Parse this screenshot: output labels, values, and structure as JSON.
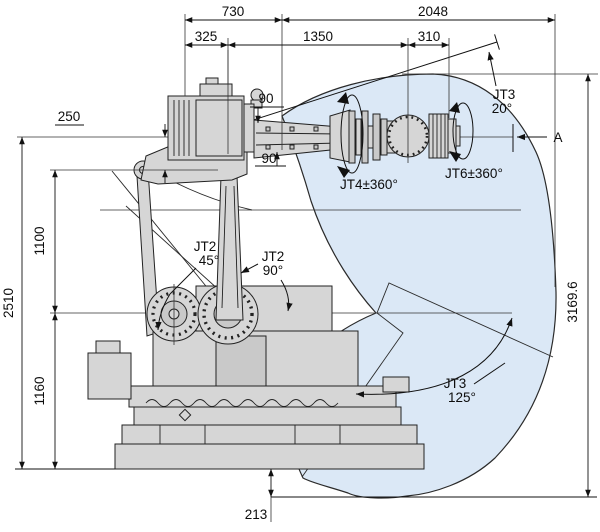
{
  "diagram_type": "industrial-robot-working-envelope-side-view",
  "colors": {
    "envelope_fill": "#dbe8f6",
    "robot_fill": "#d6d6d6",
    "outline": "#1b1b1b",
    "background": "#ffffff"
  },
  "dimensions": {
    "top_row": {
      "d730": "730",
      "d2048": "2048"
    },
    "second_row": {
      "d325": "325",
      "d1350": "1350",
      "d310": "310"
    },
    "wrist_offsets": {
      "d90_upper": "90",
      "d90_lower": "90"
    },
    "left": {
      "d250": "250",
      "d2510": "2510",
      "d1100": "1100",
      "d1160": "1160"
    },
    "right": {
      "d3169_6": "3169.6"
    },
    "bottom": {
      "d213": "213"
    }
  },
  "joints": {
    "jt3_upper": {
      "name": "JT3",
      "angle": "20°"
    },
    "jt4": {
      "label": "JT4±360°"
    },
    "jt6": {
      "label": "JT6±360°"
    },
    "jt2_front": {
      "name": "JT2",
      "angle": "45°"
    },
    "jt2_back": {
      "name": "JT2",
      "angle": "90°"
    },
    "jt3_lower": {
      "name": "JT3",
      "angle": "125°"
    }
  },
  "view_marker": {
    "label": "A"
  }
}
